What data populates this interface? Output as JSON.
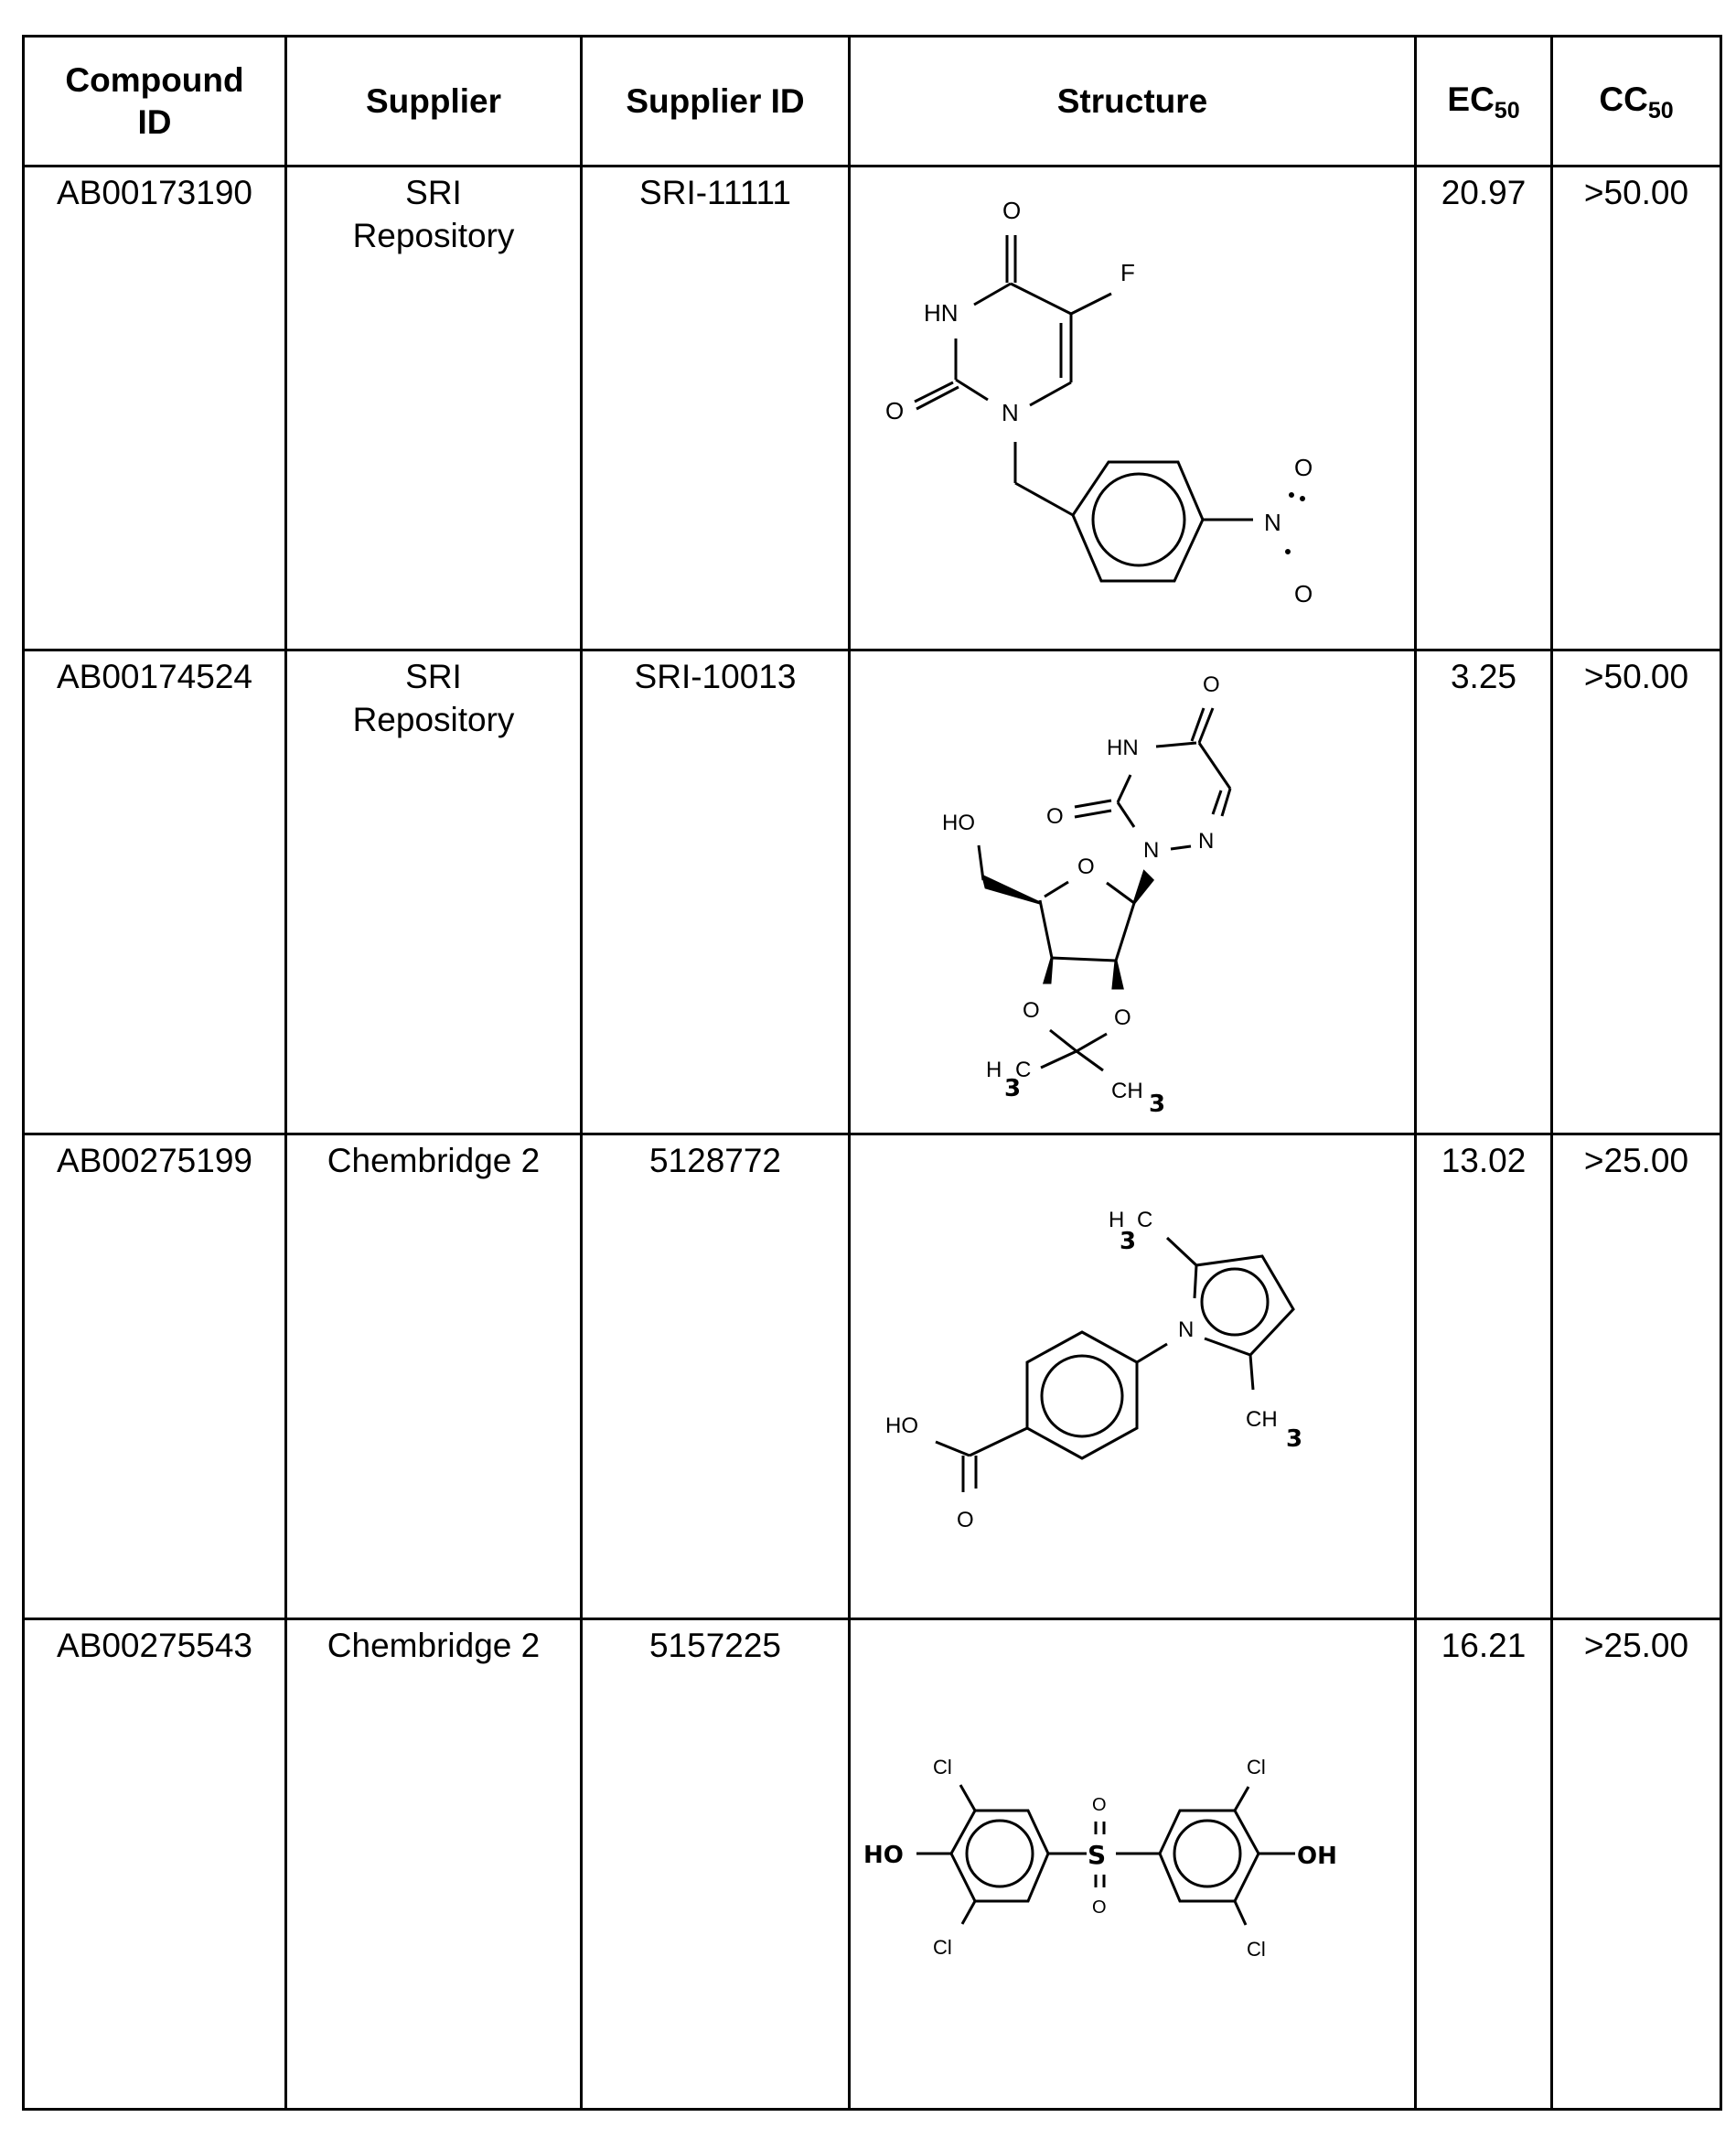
{
  "table": {
    "headers": {
      "compound_id_line1": "Compound",
      "compound_id_line2": "ID",
      "supplier": "Supplier",
      "supplier_id": "Supplier ID",
      "structure": "Structure",
      "ec50_main": "EC",
      "ec50_sub": "50",
      "cc50_main": "CC",
      "cc50_sub": "50"
    },
    "rows": [
      {
        "compound_id": "AB00173190",
        "supplier_line1": "SRI",
        "supplier_line2": "Repository",
        "supplier_id": "SRI-11111",
        "ec50": "20.97",
        "cc50": ">50.00",
        "structure": {
          "name": "5-fluoro-1-(4-nitrobenzyl)uracil",
          "labels": {
            "o_top": "O",
            "hn": "HN",
            "f": "F",
            "o_left": "O",
            "n1": "N",
            "n_nitro": "N",
            "o_nitro_top": "O",
            "o_nitro_bottom": "O"
          }
        }
      },
      {
        "compound_id": "AB00174524",
        "supplier_line1": "SRI",
        "supplier_line2": "Repository",
        "supplier_id": "SRI-10013",
        "ec50": "3.25",
        "cc50": ">50.00",
        "structure": {
          "name": "2',3'-O-isopropylidene-6-azauridine",
          "labels": {
            "o_top": "O",
            "hn": "HN",
            "o_left": "O",
            "n_left": "N",
            "n_right": "N",
            "ho": "HO",
            "o_ring": "O",
            "o_ketal_left": "O",
            "o_ketal_right": "O",
            "h3c": "H",
            "h3c_c": "C",
            "ch3": "CH",
            "sub3": "3"
          }
        }
      },
      {
        "compound_id": "AB00275199",
        "supplier_line1": "Chembridge 2",
        "supplier_line2": "",
        "supplier_id": "5128772",
        "ec50": "13.02",
        "cc50": ">25.00",
        "structure": {
          "name": "4-(2,5-dimethylpyrrol-1-yl)benzoic acid",
          "labels": {
            "h3c": "H",
            "h3c_c": "C",
            "n": "N",
            "ch3": "CH",
            "sub3": "3",
            "ho": "HO",
            "o": "O"
          }
        }
      },
      {
        "compound_id": "AB00275543",
        "supplier_line1": "Chembridge 2",
        "supplier_line2": "",
        "supplier_id": "5157225",
        "ec50": "16.21",
        "cc50": ">25.00",
        "structure": {
          "name": "bis(3,5-dichloro-4-hydroxyphenyl) sulfone",
          "labels": {
            "ho": "HO",
            "oh": "OH",
            "s": "S",
            "o_top": "O",
            "o_bottom": "O",
            "cl": "Cl"
          }
        }
      }
    ]
  }
}
